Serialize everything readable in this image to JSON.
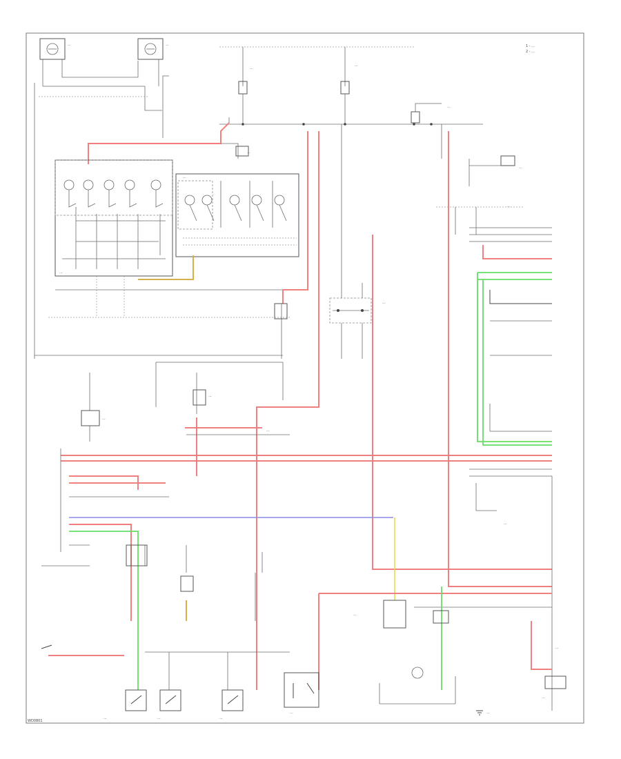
{
  "page": {
    "code": "WD0801"
  },
  "legend": [
    "1 - ...",
    "2 - ..."
  ],
  "colors": {
    "red_wire": "#f08080",
    "green_wire": "#66dd66",
    "blue_wire": "#8a8ae6",
    "yellow_wire": "#e8d84a",
    "orange_wire": "#d4b04a",
    "line": "#6b6b6b"
  },
  "components": {
    "left_top_lamp": "...",
    "second_top_lamp": "...",
    "top_fuse_1": "...",
    "top_fuse_2": "...",
    "right_top_fuse": "...",
    "combination_meter": "...",
    "light_control_switch": "...",
    "junction_block": "...",
    "relay_center": "...",
    "left_relay": "...",
    "center_relay": "...",
    "right_block_upper": "...",
    "right_block_mid": "...",
    "right_block_lower": "...",
    "ecu_left": "...",
    "ecu_right": "...",
    "bottom_switch_1": "...",
    "bottom_switch_2": "...",
    "bottom_switch_3": "...",
    "bottom_center_relay": "...",
    "bottom_right_module": "...",
    "bottom_right_switch": "...",
    "ground": "..."
  }
}
